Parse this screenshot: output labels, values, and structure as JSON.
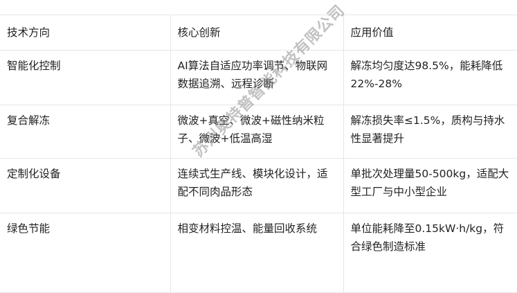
{
  "table": {
    "headers": [
      "技术方向",
      "核心创新",
      "应用价值"
    ],
    "rows": [
      [
        "智能化控制",
        "AI算法自适应功率调节、物联网数据追溯、远程诊断",
        "解冻均匀度达98.5%，能耗降低22%-28%"
      ],
      [
        "复合解冻",
        "微波+真空、微波+磁性纳米粒子、微波+低温高湿",
        "解冻损失率≤1.5%，质构与持水性显著提升"
      ],
      [
        "定制化设备",
        "连续式生产线、模块化设计，适配不同肉品形态",
        "单批次处理量50-500kg，适配大型工厂与中小型企业"
      ],
      [
        "绿色节能",
        "相变材料控温、能量回收系统",
        "单位能耗降至0.15kW·h/kg，符合绿色制造标准"
      ]
    ]
  },
  "watermark": {
    "text": "苏州奥特普智能科技有限公司"
  }
}
